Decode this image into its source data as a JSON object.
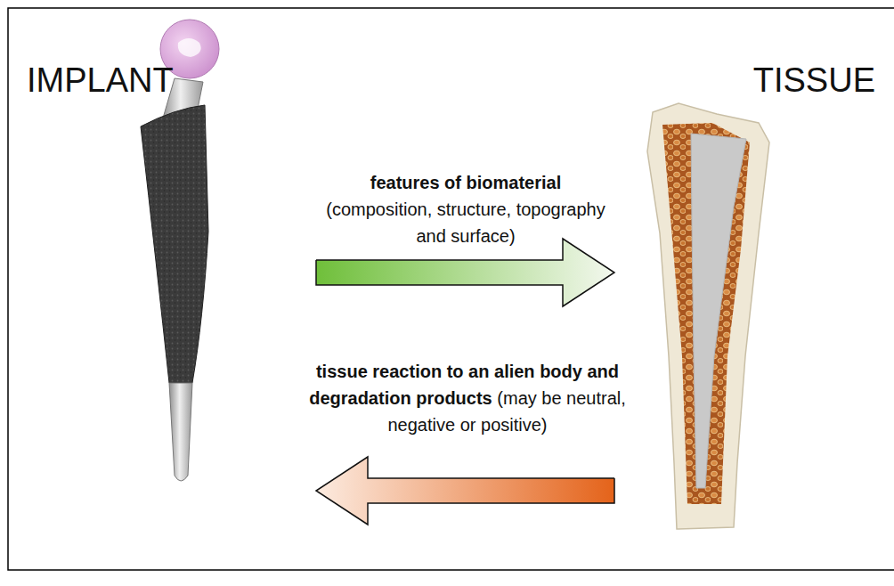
{
  "diagram": {
    "nodes": [
      {
        "text": [
          "IMPLANT"
        ]
      },
      {
        "text": [
          "TISSUE"
        ]
      }
    ],
    "edges": [
      {
        "from": 0,
        "to": 1,
        "arrow": "to",
        "label": "features of biomaterial (composition, structure, topography and surface)"
      },
      {
        "from": 1,
        "to": 0,
        "arrow": "to",
        "label": "tissue reaction to an alien body and degradation products (may be neutral, negative or positive)"
      }
    ]
  }
}
